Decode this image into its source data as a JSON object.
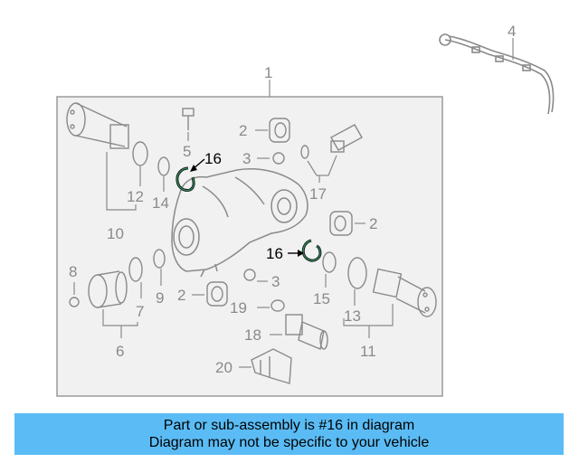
{
  "diagram": {
    "callouts": [
      "1",
      "2",
      "2",
      "2",
      "3",
      "3",
      "4",
      "5",
      "6",
      "7",
      "8",
      "9",
      "10",
      "11",
      "12",
      "13",
      "14",
      "15",
      "16",
      "16",
      "17",
      "18",
      "19",
      "20"
    ],
    "highlight_part": "16",
    "highlight_color": "#2a8c5a",
    "line_color": "#8a8a8a"
  },
  "banner": {
    "line1": "Part or sub-assembly is #16 in diagram",
    "line2": "Diagram may not be specific to your vehicle",
    "background": "#5bbcf5"
  }
}
